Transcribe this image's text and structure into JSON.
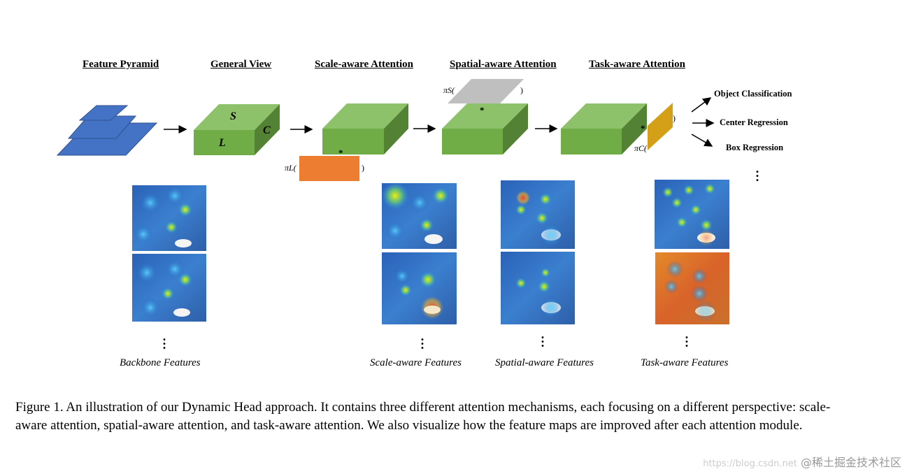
{
  "stages": {
    "feature_pyramid": "Feature Pyramid",
    "general_view": "General View",
    "scale_attention": "Scale-aware Attention",
    "spatial_attention": "Spatial-aware Attention",
    "task_attention": "Task-aware Attention"
  },
  "cube_letters": {
    "s": "S",
    "l": "L",
    "c": "C"
  },
  "operators": {
    "pi_l": "πL(",
    "pi_s": "πS(",
    "pi_c": "πC(",
    "close": ")",
    "star": "*"
  },
  "outputs": [
    "Object Classification",
    "Center Regression",
    "Box Regression"
  ],
  "feature_labels": {
    "backbone": "Backbone Features",
    "scale": "Scale-aware Features",
    "spatial": "Spatial-aware Features",
    "task": "Task-aware Features"
  },
  "caption": "Figure 1. An illustration of our Dynamic Head approach. It contains three different attention mechanisms, each focusing on a different perspective: scale-aware attention, spatial-aware attention, and task-aware attention. We also visualize how the feature maps are improved after each attention module.",
  "watermark": {
    "url": "https://blog.csdn.net",
    "brand": "@稀土掘金技术社区"
  },
  "colors": {
    "pyramid": "#4472c4",
    "cube_top": "#8dc26a",
    "cube_front": "#70ad47",
    "cube_side": "#548235",
    "scale_plate": "#ed7d31",
    "spatial_plate": "#bfbfbf",
    "task_plate": "#d4a017"
  }
}
